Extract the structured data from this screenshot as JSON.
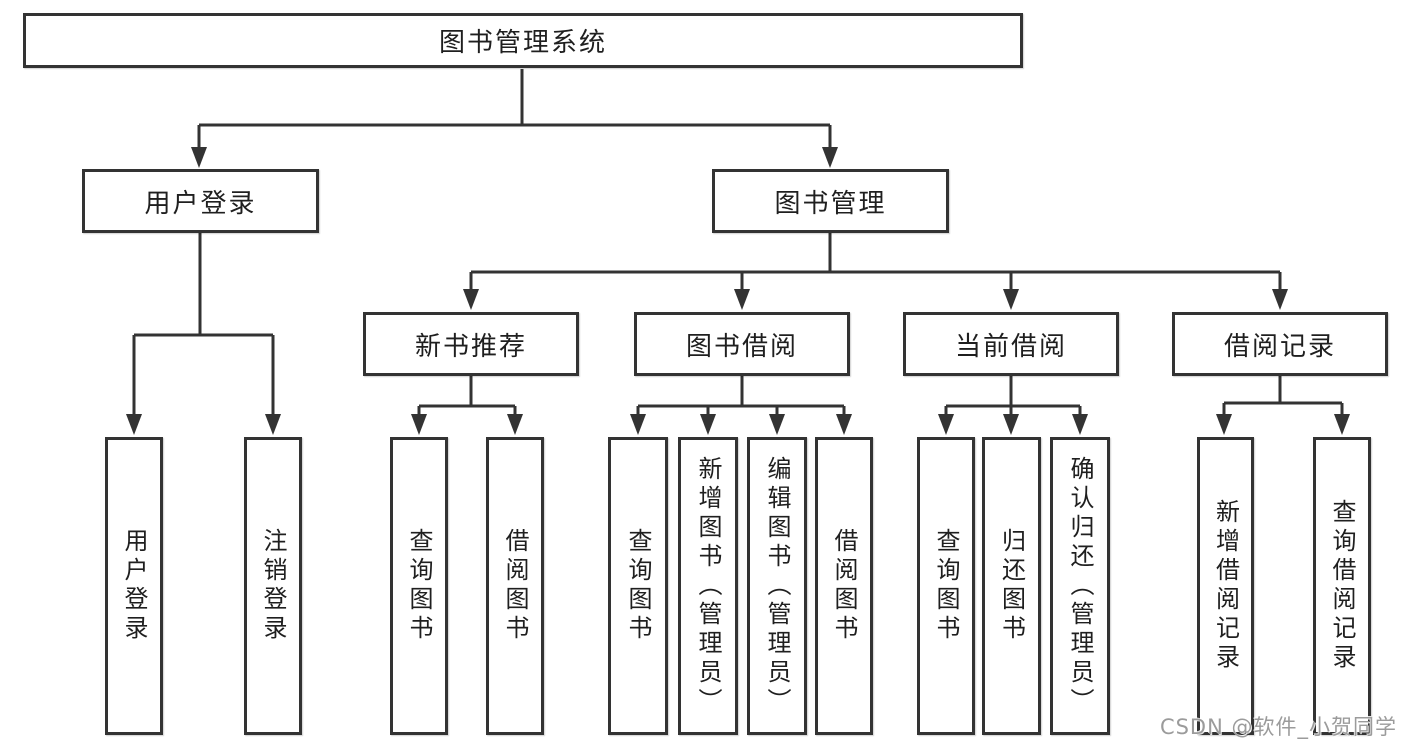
{
  "tree": {
    "root": "图书管理系统",
    "branches": [
      {
        "label": "用户登录",
        "children": [
          "用户登录",
          "注销登录"
        ]
      },
      {
        "label": "图书管理",
        "sections": [
          {
            "label": "新书推荐",
            "children": [
              "查询图书",
              "借阅图书"
            ]
          },
          {
            "label": "图书借阅",
            "children": [
              "查询图书",
              "新增图书（管理员）",
              "编辑图书（管理员）",
              "借阅图书"
            ]
          },
          {
            "label": "当前借阅",
            "children": [
              "查询图书",
              "归还图书",
              "确认归还（管理员）"
            ]
          },
          {
            "label": "借阅记录",
            "children": [
              "新增借阅记录",
              "查询借阅记录"
            ]
          }
        ]
      }
    ]
  },
  "watermark": "CSDN @软件_小贺同学",
  "colors": {
    "line": "#333333",
    "box_border": "#333333",
    "box_background": "#ffffff",
    "text": "#1f1f1f",
    "watermark": "#9b9b9b"
  }
}
